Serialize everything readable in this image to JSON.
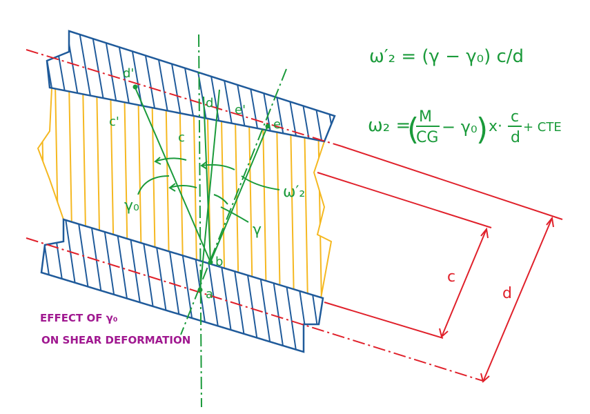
{
  "formulas": {
    "omega2_prime": "ω′₂ = (γ − γ₀) c/d",
    "omega2_lhs": "ω₂ =",
    "omega2_num": "M",
    "omega2_den": "CG",
    "omega2_rest": "− γ₀",
    "omega2_times": "x·",
    "omega2_frac_num": "c",
    "omega2_frac_den": "d",
    "omega2_tail": "+ CTE"
  },
  "labels": {
    "a": "a",
    "b": "b",
    "c": "c",
    "d": "d",
    "c_prime": "c'",
    "d_prime": "d'",
    "e": "e",
    "e_prime": "e'",
    "gamma": "γ",
    "gamma0": "γ₀",
    "omega2_prime": "ω′₂",
    "dim_c": "c",
    "dim_d": "d"
  },
  "caption": {
    "line1": "EFFECT OF γ₀",
    "line2": "ON SHEAR DEFORMATION"
  },
  "colors": {
    "plate": "#1f5a9a",
    "core": "#f5b820",
    "red": "#e0202a",
    "green": "#1a9a3a",
    "purple": "#a01890"
  }
}
